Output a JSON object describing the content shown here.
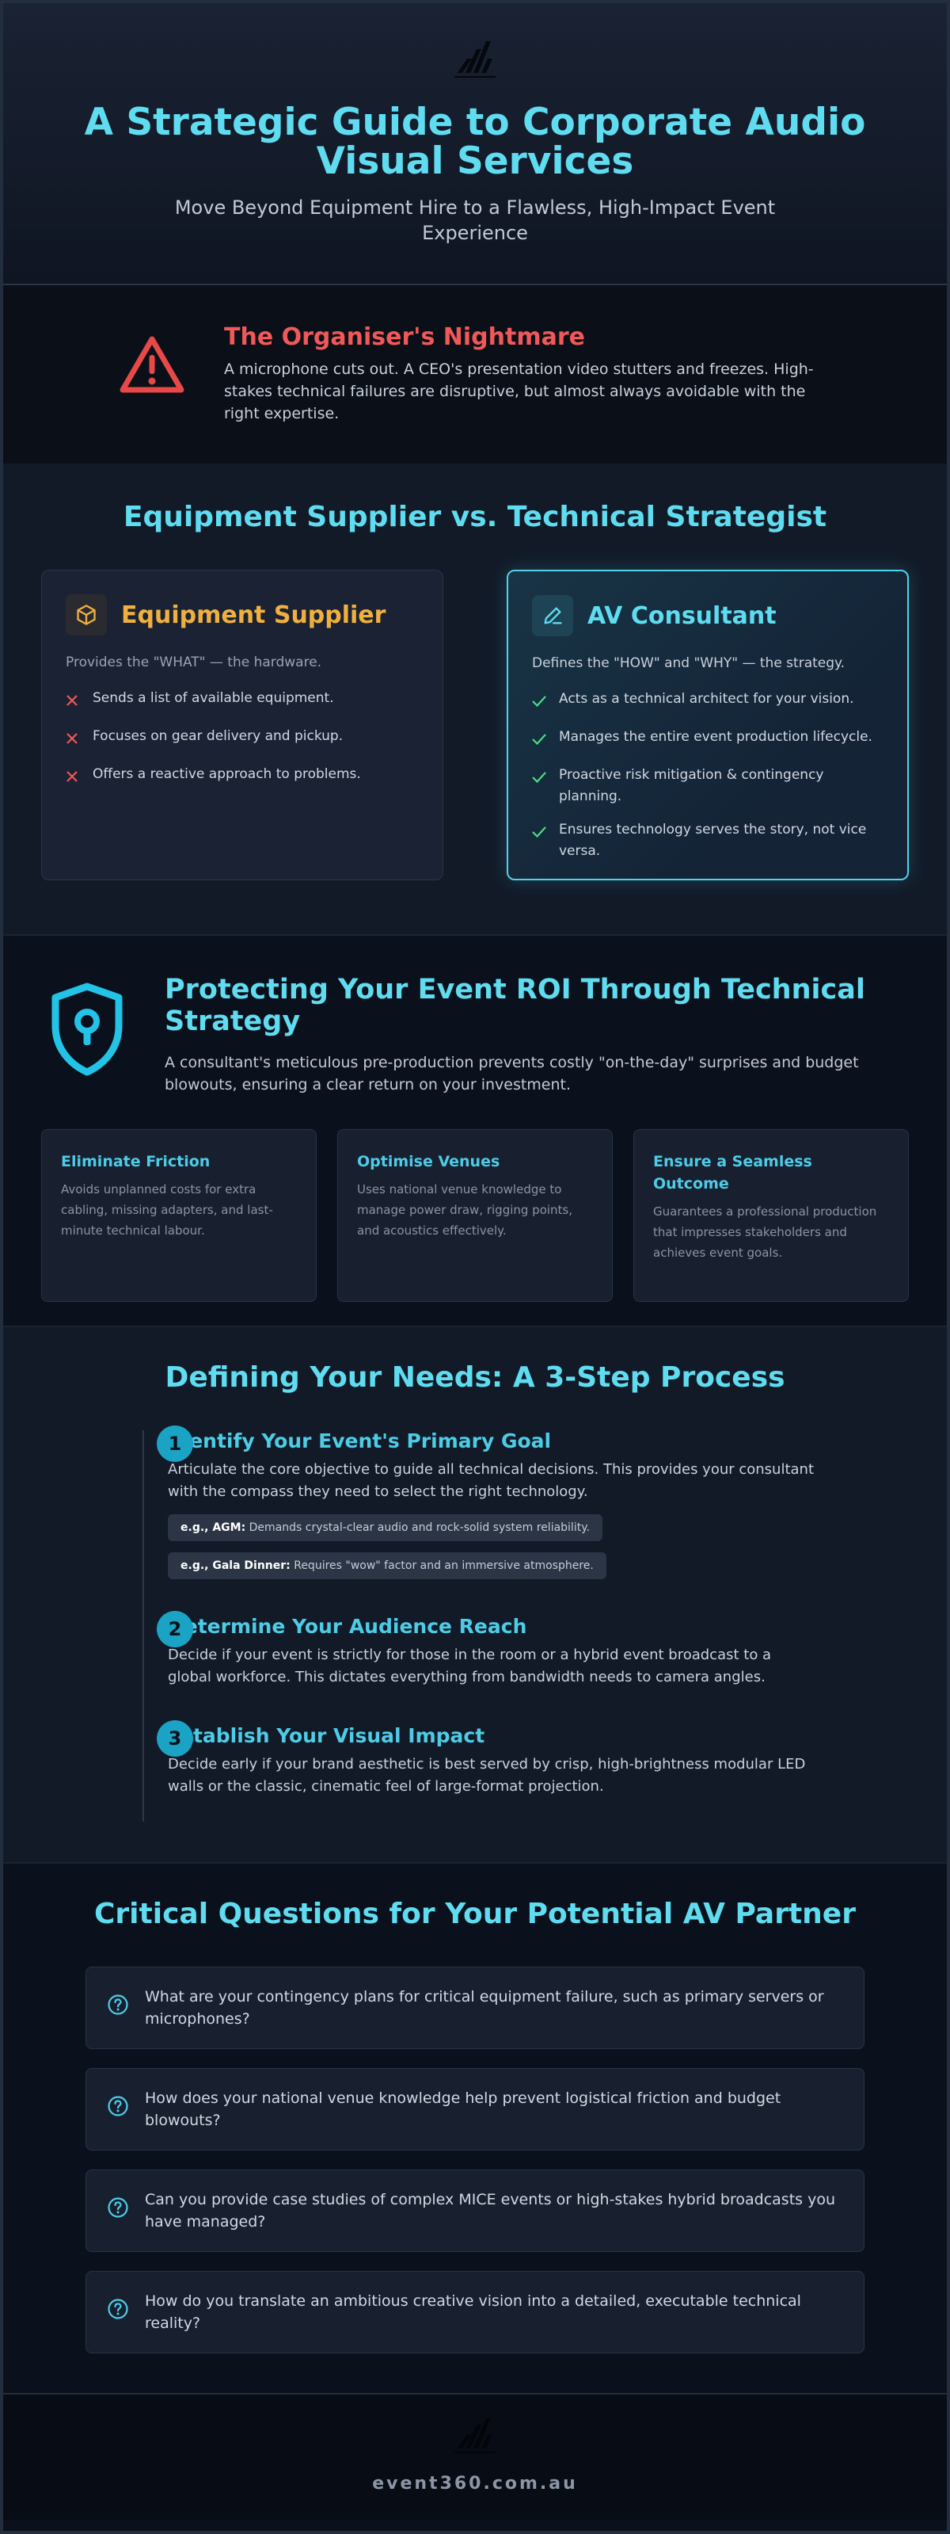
{
  "colors": {
    "accent": "#5fdcf0",
    "warning": "#f15858",
    "supplier": "#f0b040",
    "success": "#4ade80",
    "background": "#0b111c"
  },
  "header": {
    "title": "A Strategic Guide to Corporate Audio Visual Services",
    "subtitle": "Move Beyond Equipment Hire to a Flawless, High-Impact Event Experience",
    "logo_icon": "logo-mark-icon"
  },
  "nightmare": {
    "icon": "warning-triangle-icon",
    "title": "The Organiser's Nightmare",
    "body": "A microphone cuts out. A CEO's presentation video stutters and freezes. High-stakes technical failures are disruptive, but almost always avoidable with the right expertise."
  },
  "compare": {
    "title": "Equipment Supplier vs. Technical Strategist",
    "supplier": {
      "icon": "cube-icon",
      "title": "Equipment Supplier",
      "subtitle": "Provides the \"WHAT\" — the hardware.",
      "items": [
        "Sends a list of available equipment.",
        "Focuses on gear delivery and pickup.",
        "Offers a reactive approach to problems."
      ]
    },
    "consultant": {
      "icon": "pen-icon",
      "title": "AV Consultant",
      "subtitle": "Defines the \"HOW\" and \"WHY\" — the strategy.",
      "items": [
        "Acts as a technical architect for your vision.",
        "Manages the entire event production lifecycle.",
        "Proactive risk mitigation & contingency planning.",
        "Ensures technology serves the story, not vice versa."
      ]
    }
  },
  "roi": {
    "icon": "shield-lock-icon",
    "title": "Protecting Your Event ROI Through Technical Strategy",
    "body": "A consultant's meticulous pre-production prevents costly \"on-the-day\" surprises and budget blowouts, ensuring a clear return on your investment.",
    "cards": [
      {
        "title": "Eliminate Friction",
        "body": "Avoids unplanned costs for extra cabling, missing adapters, and last-minute technical labour."
      },
      {
        "title": "Optimise Venues",
        "body": "Uses national venue knowledge to manage power draw, rigging points, and acoustics effectively."
      },
      {
        "title": "Ensure a Seamless Outcome",
        "body": "Guarantees a professional production that impresses stakeholders and achieves event goals."
      }
    ]
  },
  "process": {
    "title": "Defining Your Needs: A 3-Step Process",
    "steps": [
      {
        "num": "1",
        "title": "Identify Your Event's Primary Goal",
        "body": "Articulate the core objective to guide all technical decisions. This provides your consultant with the compass they need to select the right technology.",
        "examples": [
          {
            "label": "e.g., AGM:",
            "text": "Demands crystal-clear audio and rock-solid system reliability."
          },
          {
            "label": "e.g., Gala Dinner:",
            "text": "Requires \"wow\" factor and an immersive atmosphere."
          }
        ]
      },
      {
        "num": "2",
        "title": "Determine Your Audience Reach",
        "body": "Decide if your event is strictly for those in the room or a hybrid event broadcast to a global workforce. This dictates everything from bandwidth needs to camera angles."
      },
      {
        "num": "3",
        "title": "Establish Your Visual Impact",
        "body": "Decide early if your brand aesthetic is best served by crisp, high-brightness modular LED walls or the classic, cinematic feel of large-format projection."
      }
    ]
  },
  "questions": {
    "title": "Critical Questions for Your Potential AV Partner",
    "icon": "question-circle-icon",
    "items": [
      "What are your contingency plans for critical equipment failure, such as primary servers or microphones?",
      "How does your national venue knowledge help prevent logistical friction and budget blowouts?",
      "Can you provide case studies of complex MICE events or high-stakes hybrid broadcasts you have managed?",
      "How do you translate an ambitious creative vision into a detailed, executable technical reality?"
    ]
  },
  "footer": {
    "site": "event360.com.au",
    "logo_icon": "logo-mark-icon"
  }
}
